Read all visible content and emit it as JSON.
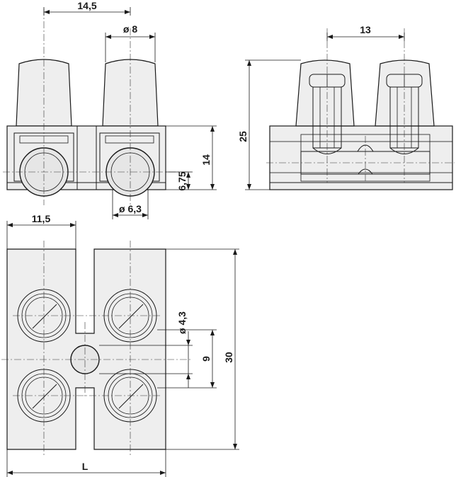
{
  "dimensions": {
    "width_14_5": "14,5",
    "dia_8": "ø 8",
    "height_14": "14",
    "h_6_75": "6,75",
    "dia_6_3": "ø 6,3",
    "width_13": "13",
    "height_25": "25",
    "width_11_5": "11,5",
    "dia_4_3": "ø 4,3",
    "pitch_9": "9",
    "height_30": "30",
    "length_L": "L"
  }
}
